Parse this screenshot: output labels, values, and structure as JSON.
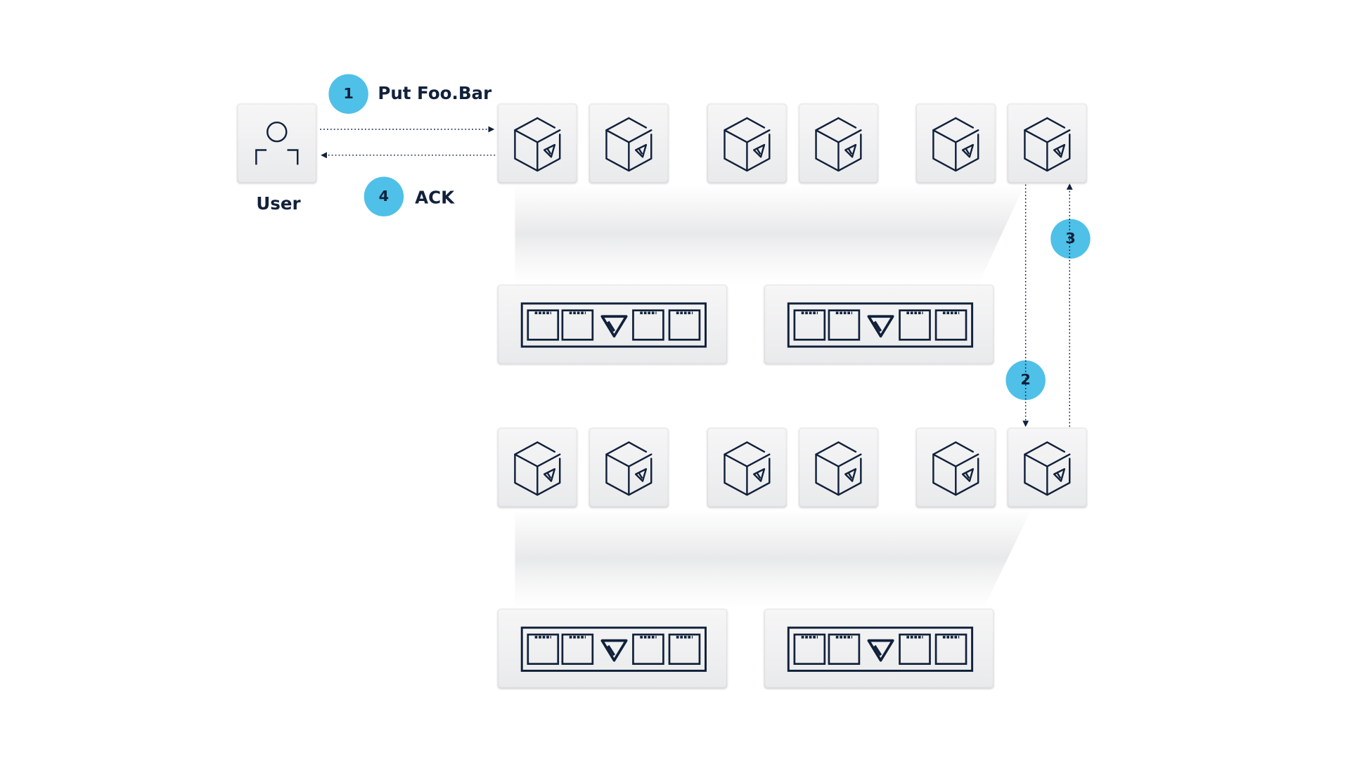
{
  "user": {
    "label": "User"
  },
  "steps": [
    {
      "number": "1",
      "label": "Put Foo.Bar"
    },
    {
      "number": "2",
      "label": ""
    },
    {
      "number": "3",
      "label": ""
    },
    {
      "number": "4",
      "label": "ACK"
    }
  ],
  "icons": {
    "user": "user-icon",
    "node": "database-node-cube-icon",
    "storage": "storage-rack-icon"
  },
  "colors": {
    "badge": "#4fc0e8",
    "ink": "#11213b",
    "tile": "#ececed"
  }
}
